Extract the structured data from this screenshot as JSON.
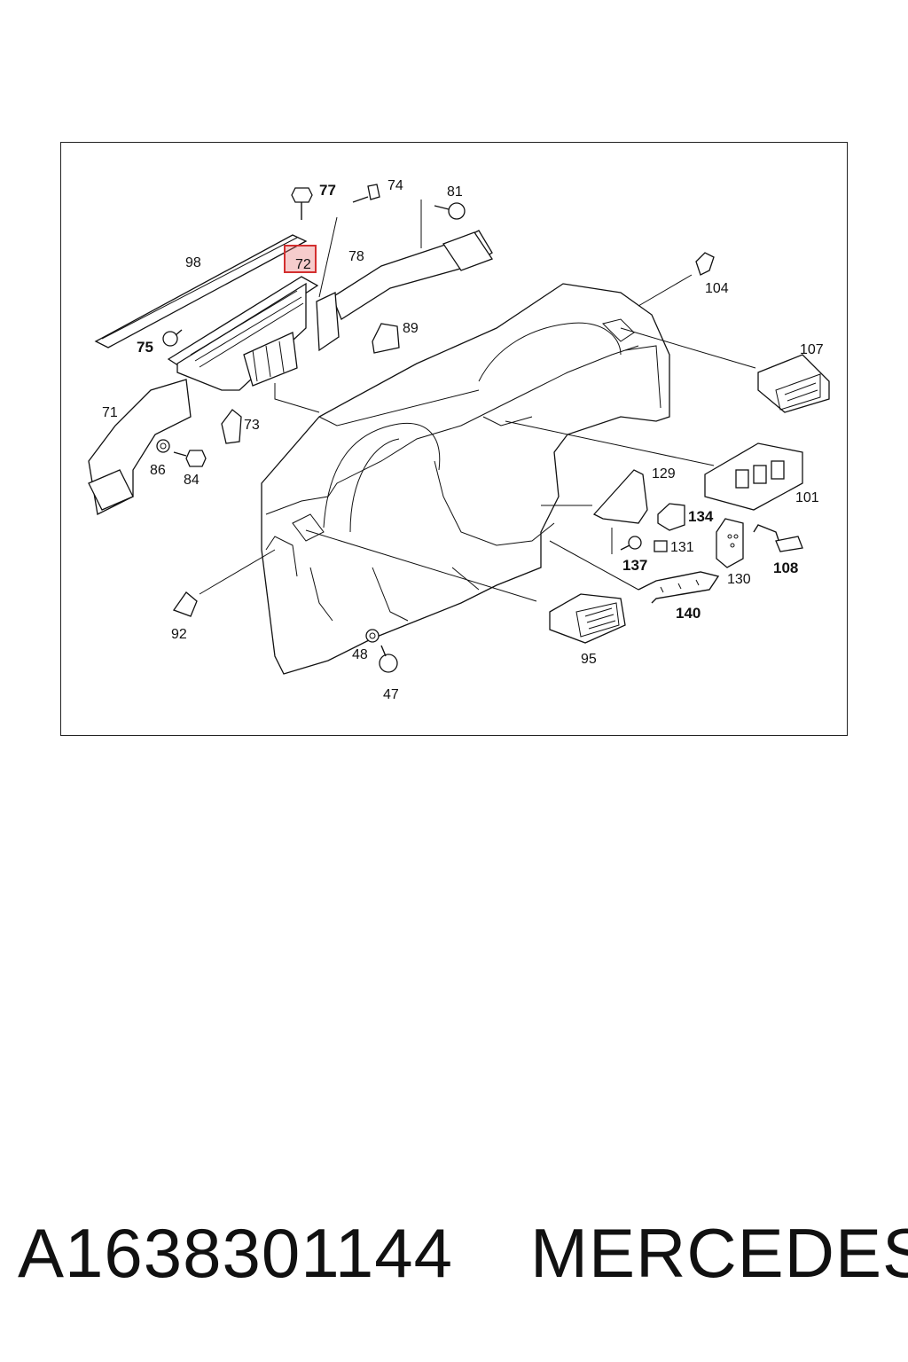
{
  "diagram": {
    "callouts": [
      {
        "id": "c77",
        "label": "77"
      },
      {
        "id": "c74",
        "label": "74"
      },
      {
        "id": "c81",
        "label": "81"
      },
      {
        "id": "c98",
        "label": "98"
      },
      {
        "id": "c72",
        "label": "72"
      },
      {
        "id": "c78",
        "label": "78"
      },
      {
        "id": "c104",
        "label": "104"
      },
      {
        "id": "c89",
        "label": "89"
      },
      {
        "id": "c75",
        "label": "75"
      },
      {
        "id": "c107",
        "label": "107"
      },
      {
        "id": "c71",
        "label": "71"
      },
      {
        "id": "c73",
        "label": "73"
      },
      {
        "id": "c86",
        "label": "86"
      },
      {
        "id": "c84",
        "label": "84"
      },
      {
        "id": "c129",
        "label": "129"
      },
      {
        "id": "c101",
        "label": "101"
      },
      {
        "id": "c134",
        "label": "134"
      },
      {
        "id": "c131",
        "label": "131"
      },
      {
        "id": "c137",
        "label": "137"
      },
      {
        "id": "c108",
        "label": "108"
      },
      {
        "id": "c130",
        "label": "130"
      },
      {
        "id": "c140",
        "label": "140"
      },
      {
        "id": "c92",
        "label": "92"
      },
      {
        "id": "c48",
        "label": "48"
      },
      {
        "id": "c95",
        "label": "95"
      },
      {
        "id": "c47",
        "label": "47"
      }
    ],
    "highlighted_callout": "72"
  },
  "footer": {
    "part_number": "A1638301144",
    "brand": "MERCEDES"
  }
}
